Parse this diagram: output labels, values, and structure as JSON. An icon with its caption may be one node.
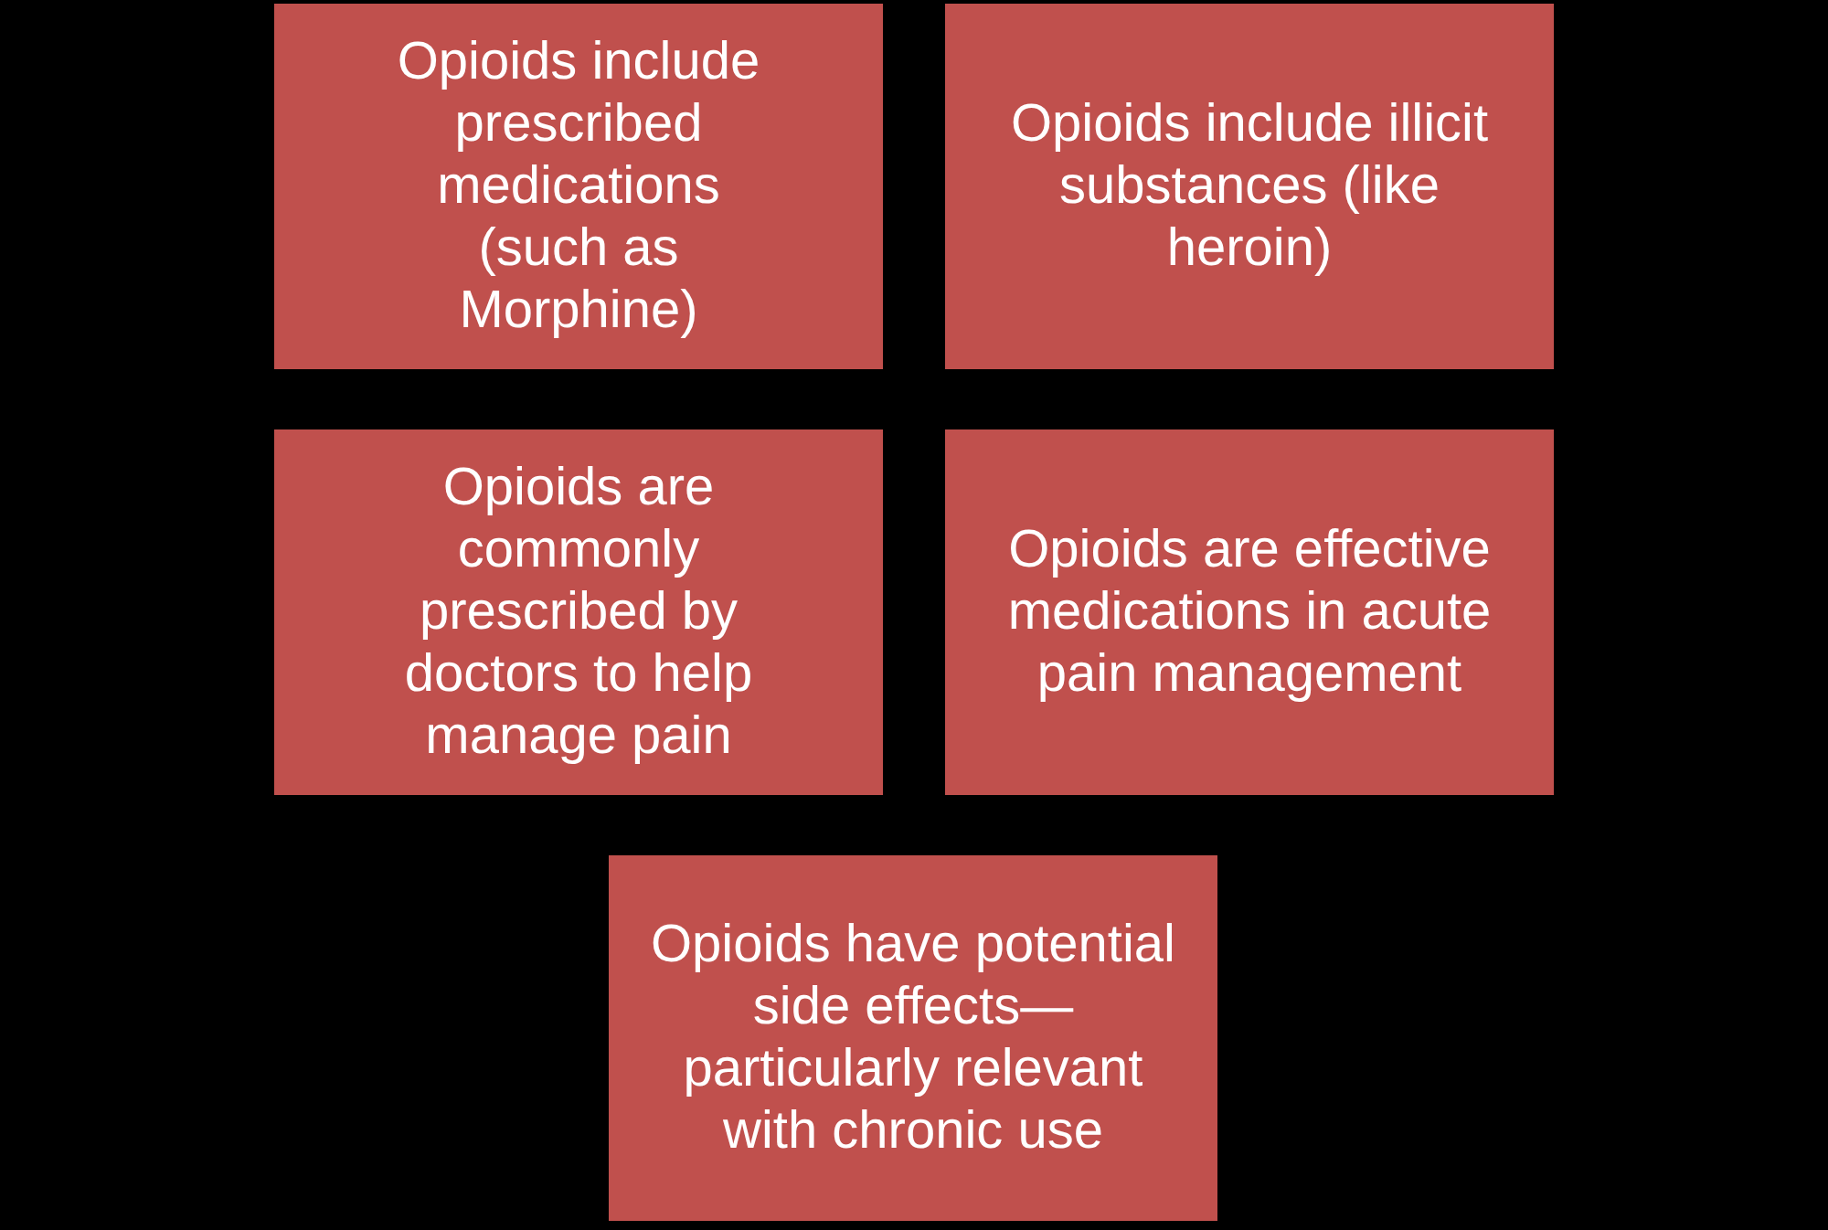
{
  "diagram": {
    "nodes": [
      {
        "text": [
          "Opioids include prescribed medications (such as Morphine)"
        ]
      },
      {
        "text": [
          "Opioids include illicit substances (like heroin)"
        ]
      },
      {
        "text": [
          "Opioids are commonly prescribed by doctors to help manage pain"
        ]
      },
      {
        "text": [
          "Opioids are effective medications in acute pain management"
        ]
      },
      {
        "text": [
          "Opioids have potential side effects—particularly relevant with chronic use"
        ]
      }
    ]
  }
}
